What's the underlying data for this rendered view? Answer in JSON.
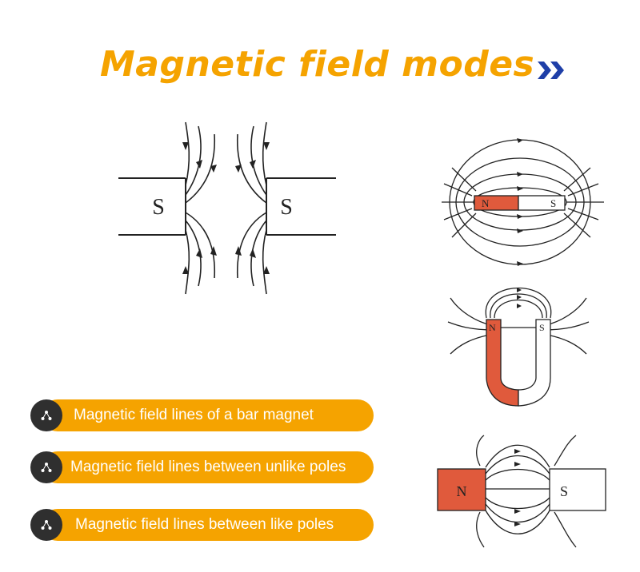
{
  "title": "Magnetic field modes",
  "colors": {
    "accent": "#f5a300",
    "chevron": "#1f3fa8",
    "badge": "#2f2f2f",
    "magnet_red": "#e05a3c",
    "line": "#222222"
  },
  "diagrams": {
    "like_poles": {
      "left_label": "S",
      "right_label": "S"
    },
    "bar_magnet": {
      "north_label": "N",
      "south_label": "S"
    },
    "horseshoe": {
      "north_label": "N",
      "south_label": "S"
    },
    "unlike_poles": {
      "left_label": "N",
      "right_label": "S"
    }
  },
  "legend": [
    {
      "icon": "nodes-icon",
      "text": "Magnetic field lines of a bar magnet"
    },
    {
      "icon": "nodes-icon",
      "text": "Magnetic field lines between unlike poles"
    },
    {
      "icon": "nodes-icon",
      "text": "Magnetic field lines between like poles"
    }
  ]
}
